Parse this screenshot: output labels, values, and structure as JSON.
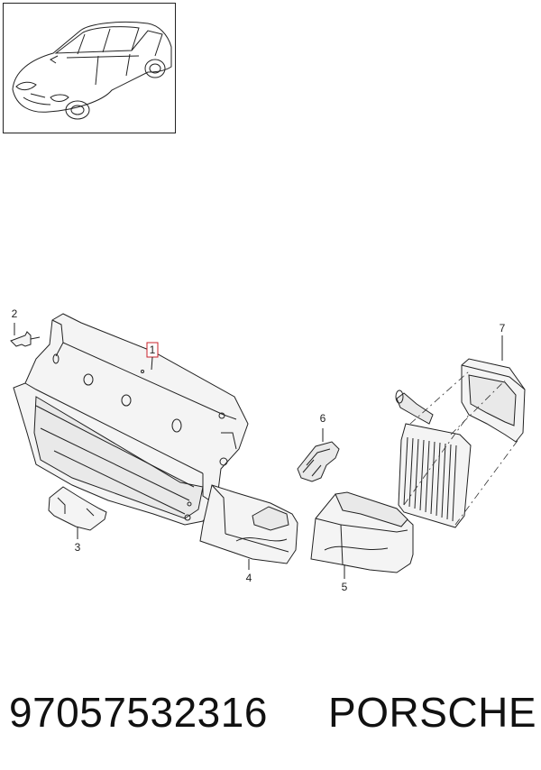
{
  "callouts": {
    "c1": "1",
    "c2": "2",
    "c3": "3",
    "c4": "4",
    "c5": "5",
    "c6": "6",
    "c7": "7"
  },
  "footer": {
    "part_number": "97057532316",
    "brand": "PORSCHE"
  },
  "colors": {
    "highlight": "#c8202a"
  }
}
